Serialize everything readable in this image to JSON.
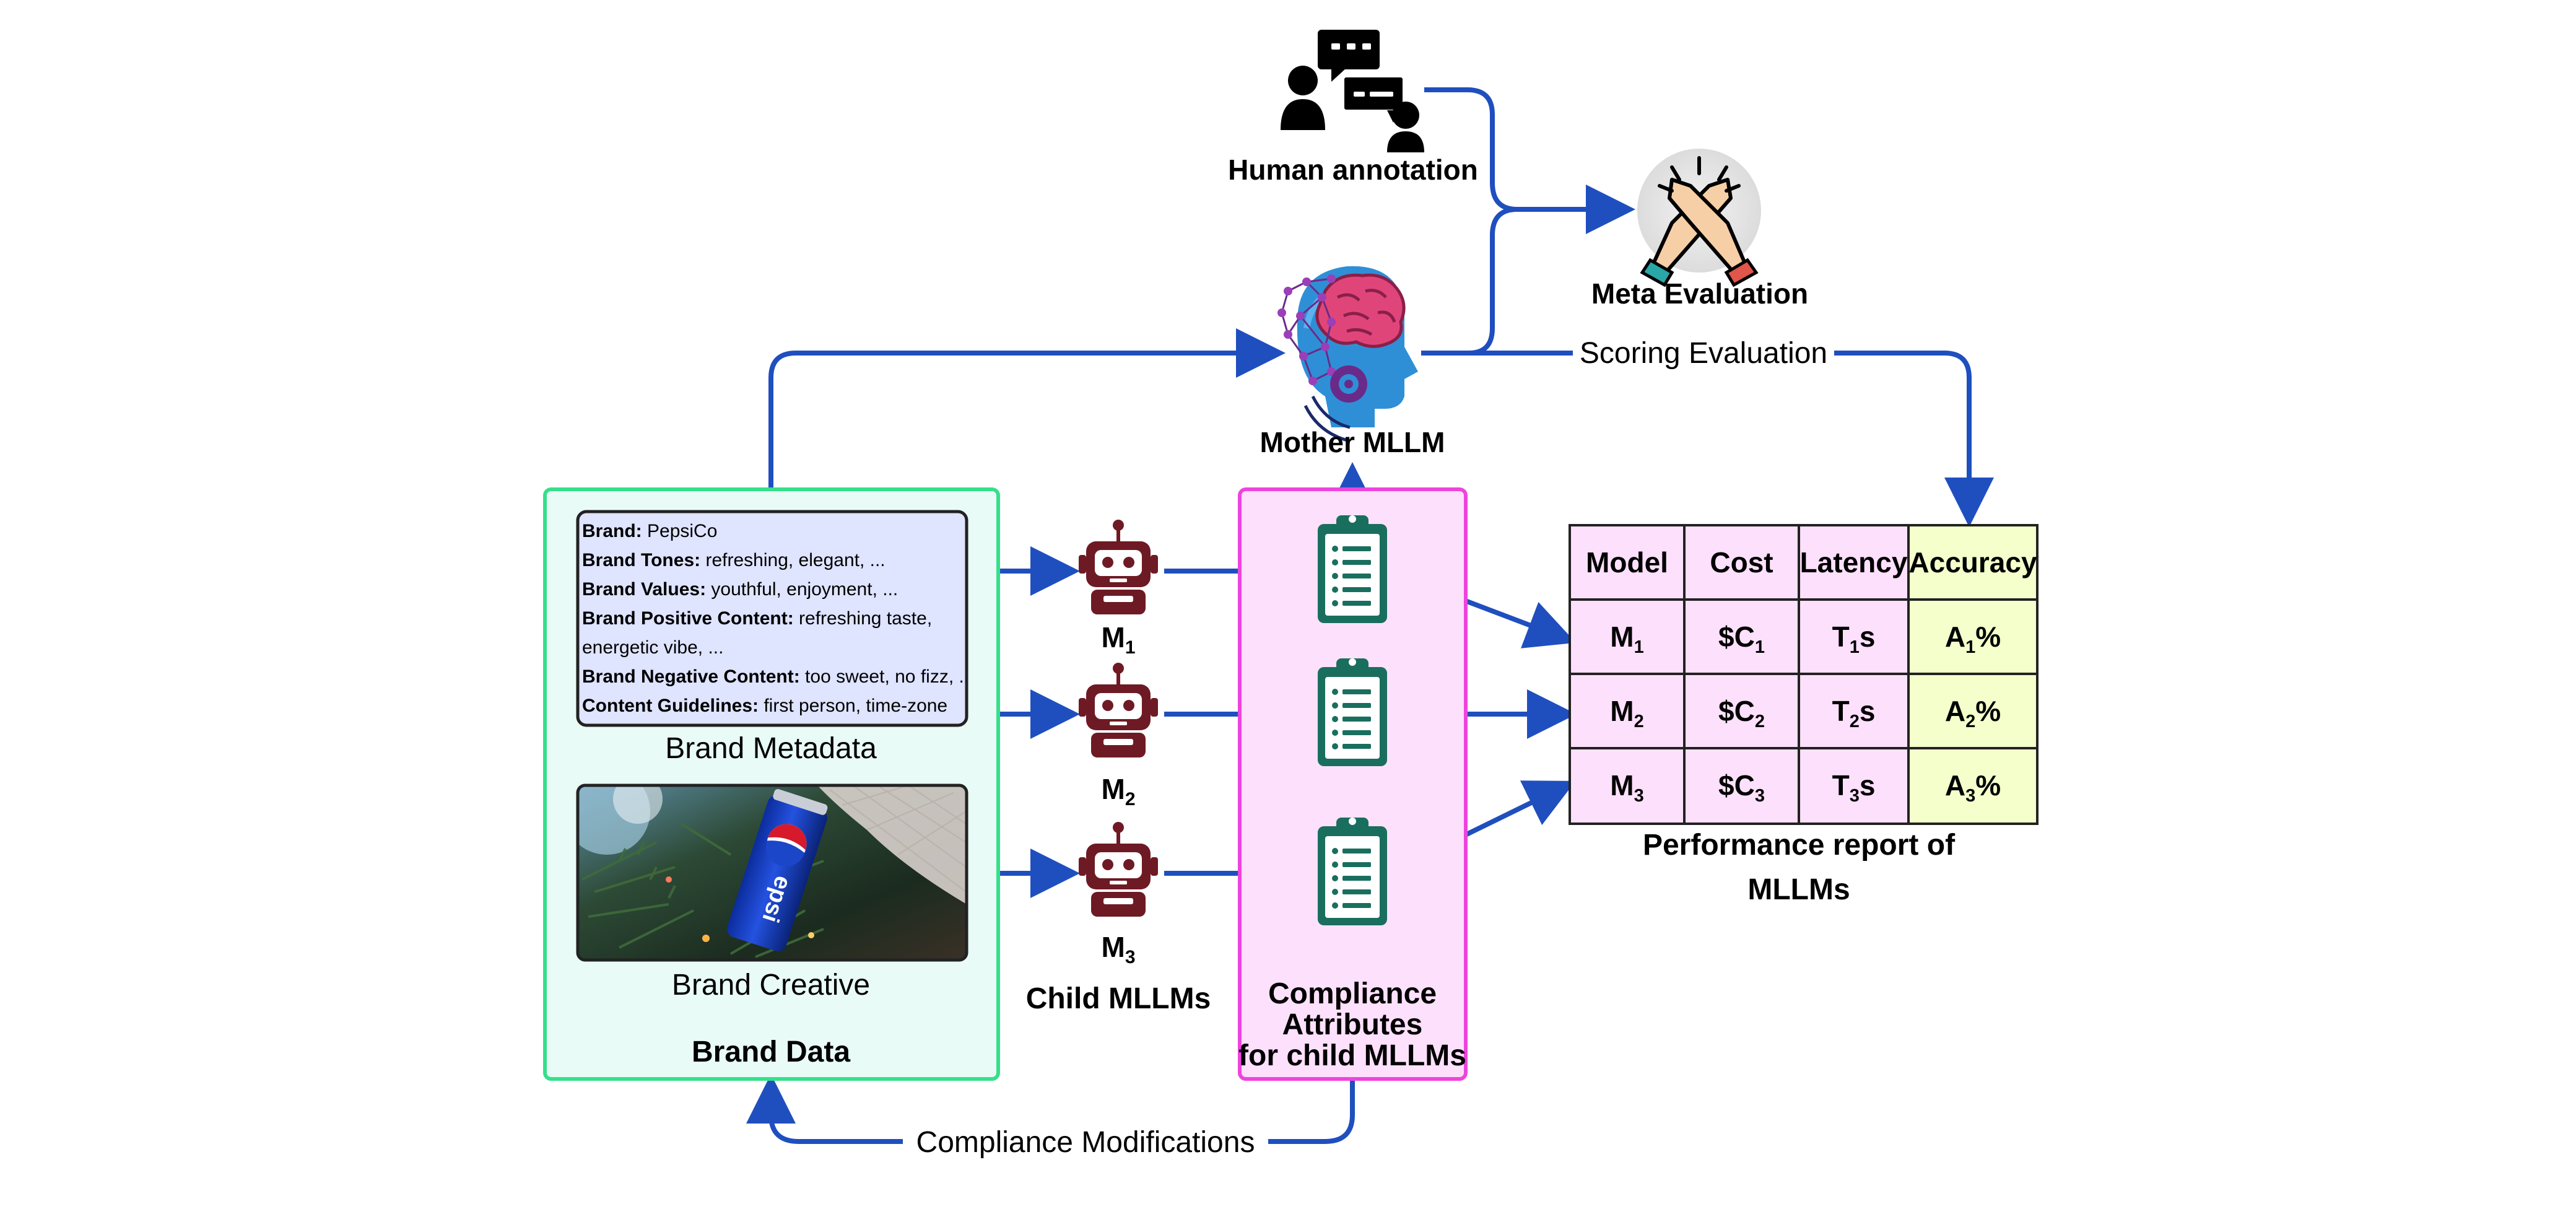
{
  "colors": {
    "arrow": "#1f4fbf",
    "brand_box_border": "#35e08a",
    "brand_box_fill": "#e9fbf6",
    "metadata_fill": "#dfe4ff",
    "compliance_border": "#ee44dd",
    "compliance_fill": "#fde0fb",
    "table_pink": "#fde0fb",
    "table_yellow": "#f4ffcc",
    "robot": "#6e1a24",
    "clipboard": "#1a6e5e"
  },
  "human": {
    "label": "Human annotation",
    "icon": "people-chat-icon"
  },
  "meta": {
    "label": "Meta Evaluation",
    "icon": "handshake-icon"
  },
  "mother": {
    "label": "Mother MLLM",
    "icon": "ai-brain-head-icon"
  },
  "scoring": {
    "label": "Scoring Evaluation"
  },
  "brand_data": {
    "title": "Brand Data",
    "metadata_caption": "Brand Metadata",
    "creative_caption": "Brand Creative",
    "metadata": {
      "brand_key": "Brand:",
      "brand_val": "PepsiCo",
      "tones_key": "Brand Tones:",
      "tones_val": "refreshing, elegant, ...",
      "values_key": "Brand Values:",
      "values_val": "youthful, enjoyment, ...",
      "positive_key": "Brand Positive Content:",
      "positive_val": "refreshing taste,",
      "positive_cont": "energetic vibe, ...",
      "negative_key": "Brand Negative Content:",
      "negative_val": "too sweet, no fizz, ...",
      "guidelines_key": "Content Guidelines:",
      "guidelines_val": "first person, time-zone"
    }
  },
  "child": {
    "label": "Child MLLMs",
    "models": [
      {
        "base": "M",
        "sub": "1"
      },
      {
        "base": "M",
        "sub": "2"
      },
      {
        "base": "M",
        "sub": "3"
      }
    ]
  },
  "compliance": {
    "line1": "Compliance",
    "line2": "Attributes",
    "line3": "for child MLLMs"
  },
  "modifications": {
    "label": "Compliance Modifications"
  },
  "report": {
    "headers": [
      "Model",
      "Cost",
      "Latency",
      "Accuracy"
    ],
    "rows": [
      {
        "model": "M",
        "model_sub": "1",
        "cost_pre": "$C",
        "cost_sub": "1",
        "lat_pre": "T",
        "lat_sub": "1",
        "lat_post": "s",
        "acc_pre": "A",
        "acc_sub": "1",
        "acc_post": "%"
      },
      {
        "model": "M",
        "model_sub": "2",
        "cost_pre": "$C",
        "cost_sub": "2",
        "lat_pre": "T",
        "lat_sub": "2",
        "lat_post": "s",
        "acc_pre": "A",
        "acc_sub": "2",
        "acc_post": "%"
      },
      {
        "model": "M",
        "model_sub": "3",
        "cost_pre": "$C",
        "cost_sub": "3",
        "lat_pre": "T",
        "lat_sub": "3",
        "lat_post": "s",
        "acc_pre": "A",
        "acc_sub": "3",
        "acc_post": "%"
      }
    ],
    "caption_line1": "Performance report of",
    "caption_line2": "MLLMs"
  }
}
